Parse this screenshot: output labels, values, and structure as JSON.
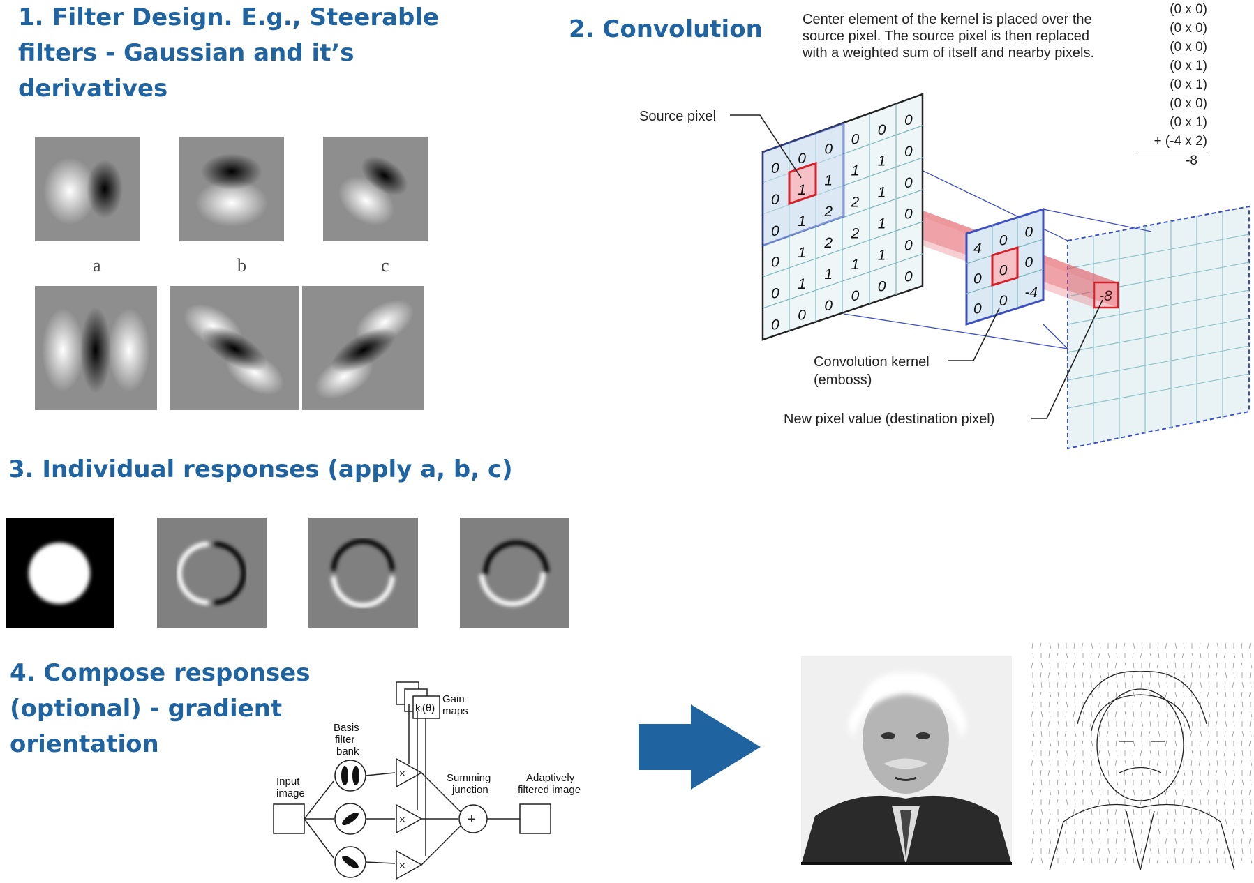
{
  "sections": {
    "s1": {
      "lines": [
        "1. Filter Design. E.g., Steerable",
        "filters - Gaussian and it’s",
        "derivatives"
      ]
    },
    "s2": {
      "title": "2. Convolution"
    },
    "s3": {
      "title": "3. Individual responses  (apply a, b, c)"
    },
    "s4": {
      "lines": [
        "4. Compose responses",
        "(optional) - gradient",
        "orientation"
      ]
    }
  },
  "filters": {
    "labels": [
      "a",
      "b",
      "c"
    ]
  },
  "convolution": {
    "description": [
      "Center element of the kernel is placed over the",
      "source pixel. The source pixel is then replaced",
      "with a weighted sum of itself and nearby pixels."
    ],
    "math_terms": [
      "(0 x 0)",
      "(0 x 0)",
      "(0 x 0)",
      "(0 x 1)",
      "(0 x 1)",
      "(0 x 0)",
      "(0 x 1)",
      "+ (-4 x 2)"
    ],
    "math_result": "-8",
    "source_label": "Source pixel",
    "kernel_label_1": "Convolution kernel",
    "kernel_label_2": "(emboss)",
    "dest_label": "New pixel value (destination pixel)",
    "source_grid": [
      [
        "0",
        "0",
        "0",
        "0",
        "0",
        "0"
      ],
      [
        "0",
        "1",
        "1",
        "1",
        "1",
        "0"
      ],
      [
        "0",
        "1",
        "2",
        "2",
        "1",
        "0"
      ],
      [
        "0",
        "1",
        "2",
        "2",
        "1",
        "0"
      ],
      [
        "0",
        "1",
        "1",
        "1",
        "1",
        "0"
      ],
      [
        "0",
        "0",
        "0",
        "0",
        "0",
        "0"
      ]
    ],
    "kernel_grid": [
      [
        "4",
        "0",
        "0"
      ],
      [
        "0",
        "0",
        "0"
      ],
      [
        "0",
        "0",
        "-4"
      ]
    ],
    "dest_value": "-8"
  },
  "diagram": {
    "input_label_1": "Input",
    "input_label_2": "image",
    "basis_1": "Basis",
    "basis_2": "filter",
    "basis_3": "bank",
    "gain_fn": "kᵢ(θ)",
    "gain_1": "Gain",
    "gain_2": "maps",
    "sum_1": "Summing",
    "sum_2": "junction",
    "out_1": "Adaptively",
    "out_2": "filtered image",
    "mult": "×",
    "plus": "+"
  }
}
